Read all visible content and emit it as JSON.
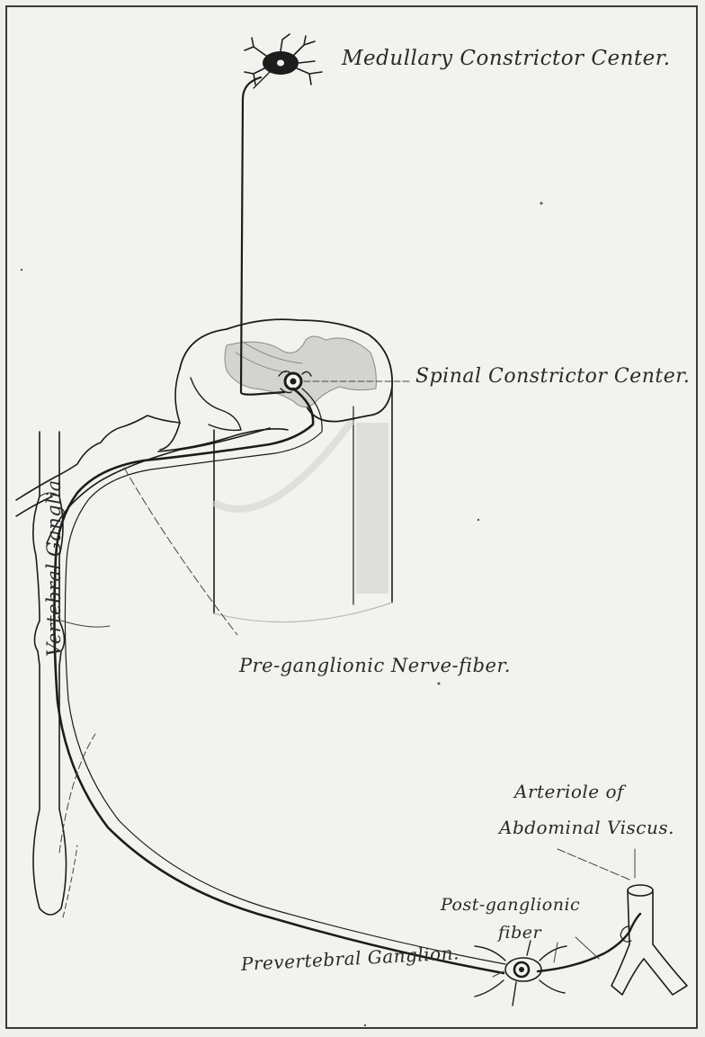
{
  "labels": {
    "medullary": "Medullary Constrictor Center.",
    "spinal": "Spinal Constrictor Center.",
    "preganglionic": "Pre-ganglionic Nerve-fiber.",
    "vertebral": "Vertebral Ganglia",
    "arteriole_line1": "Arteriole of",
    "arteriole_line2": "Abdominal Viscus.",
    "postganglionic_line1": "Post-ganglionic",
    "postganglionic_line2": "fiber",
    "prevertebral": "Prevertebral Ganglion."
  },
  "colors": {
    "ink": "#1c1c1c",
    "paper": "#f2f2ef",
    "grey_matter": "#cfcfcb"
  }
}
